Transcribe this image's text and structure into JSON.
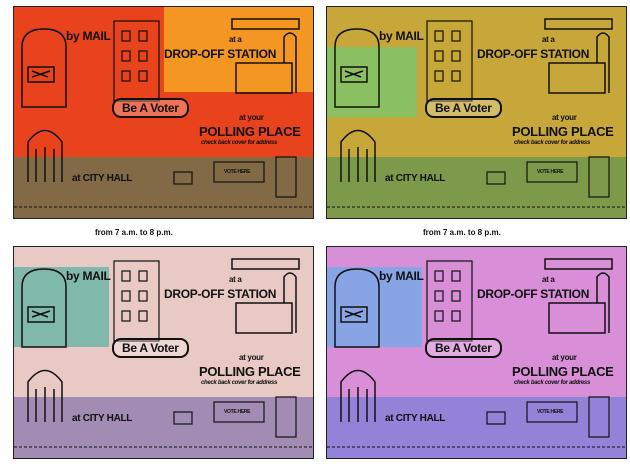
{
  "poster": {
    "by_mail": "by MAIL",
    "at_a": "at a",
    "drop_off_station": "DROP-OFF STATION",
    "be_a_voter": "Be A Voter",
    "at_your": "at your",
    "polling_place": "POLLING PLACE",
    "check_back": "check back cover for address",
    "at_city_hall": "at CITY HALL",
    "vote_here": "VOTE HERE",
    "hours_fragment": "from 7 a.m. to 8 p.m."
  },
  "panels": [
    {
      "id": "top-left",
      "tint": "#e8431c",
      "accent": "#f5a623",
      "shade": "#2f8a6a",
      "ink": "#111111"
    },
    {
      "id": "top-right",
      "tint": "#c7a63a",
      "accent": "#7fc46a",
      "shade": "#3f8f5a",
      "ink": "#111111"
    },
    {
      "id": "bottom-left",
      "tint": "#e8c9c4",
      "accent": "#6fb5a8",
      "shade": "#6a5aa8",
      "ink": "#111111"
    },
    {
      "id": "bottom-right",
      "tint": "#d88fd8",
      "accent": "#7aa8e8",
      "shade": "#5a78d8",
      "ink": "#111111"
    }
  ]
}
